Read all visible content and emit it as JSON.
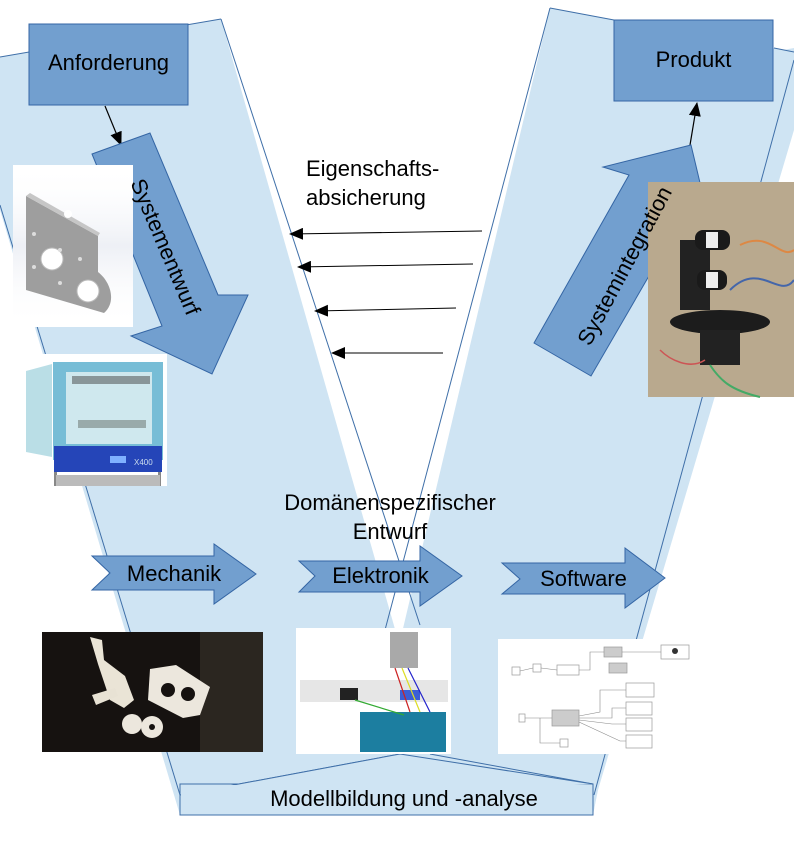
{
  "diagram": {
    "type": "V-Modell",
    "boxes": {
      "requirement": "Anforderung",
      "product": "Produkt"
    },
    "arrows": {
      "system_design": "Systementwurf",
      "system_integration": "Systemintegration",
      "mechanics": "Mechanik",
      "electronics": "Elektronik",
      "software": "Software"
    },
    "labels": {
      "verification_line1": "Eigenschafts-",
      "verification_line2": "absicherung",
      "domain_design_line1": "Domänenspezifischer",
      "domain_design_line2": "Entwurf",
      "modeling": "Modellbildung und -analyse"
    },
    "images": {
      "cad_part": "CAD-Modell Motorhalterung",
      "printer": "3D-Drucker",
      "integrated_system": "Integriertes System",
      "printed_parts": "Gedruckte Mechanikteile",
      "circuit": "Schaltplan Elektronik",
      "block_diagram": "Software-Blockdiagramm"
    },
    "verification_arrow_count": 4,
    "colors": {
      "band_fill": "#cfe4f3",
      "band_stroke": "#3f6fa8",
      "box_fill": "#729fcf",
      "box_stroke": "#3465a4",
      "text": "#000000"
    }
  }
}
